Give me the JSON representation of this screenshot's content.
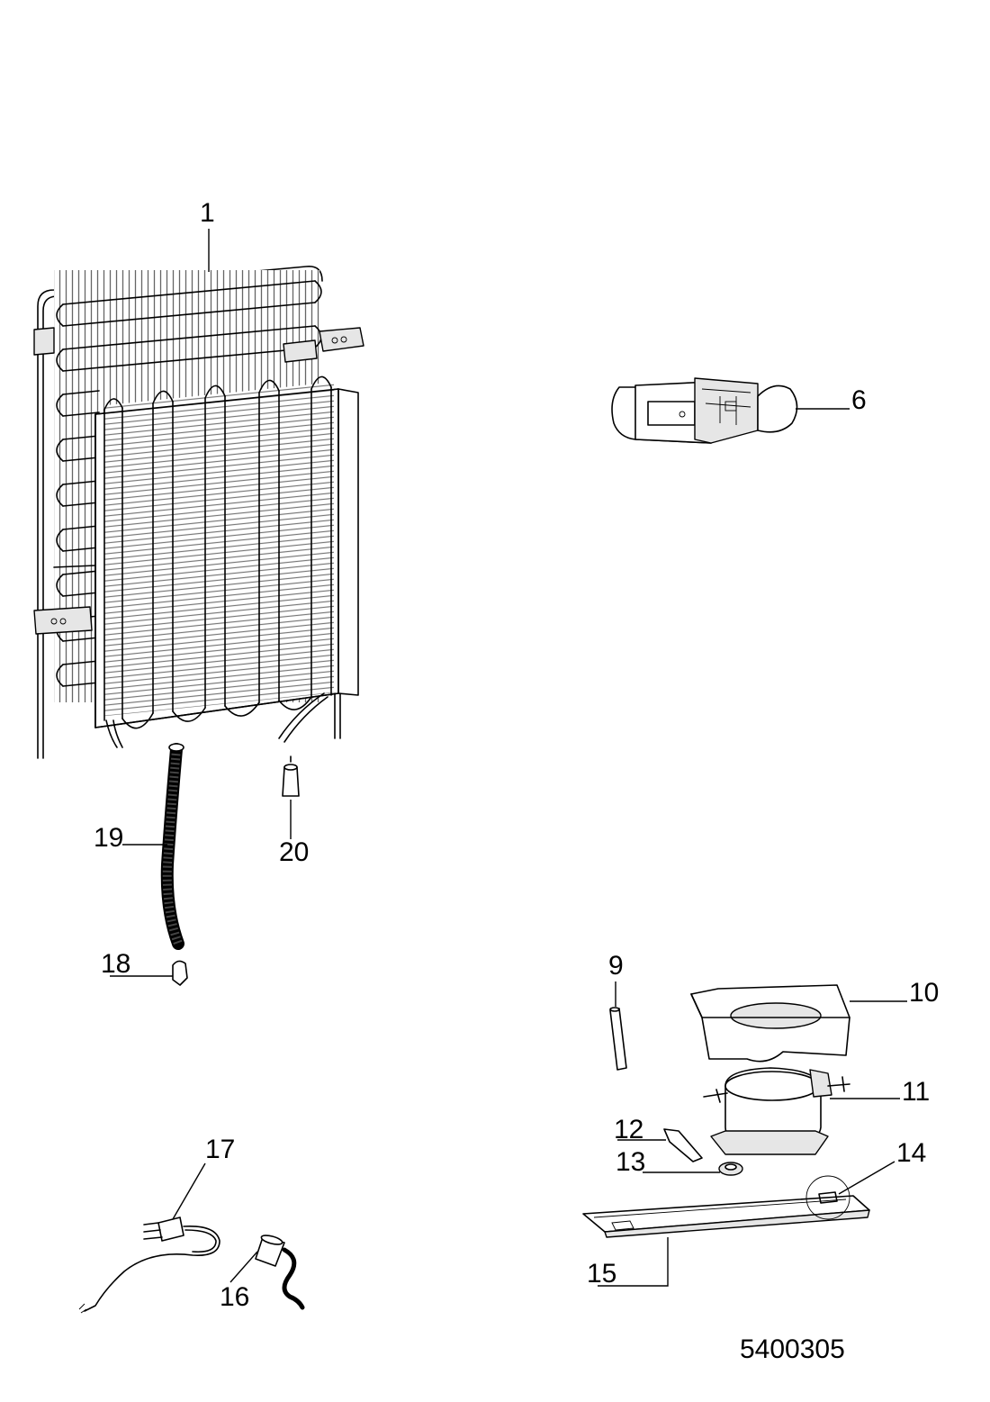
{
  "diagram": {
    "document_number": "5400305",
    "labels": {
      "p1": "1",
      "p6": "6",
      "p9": "9",
      "p10": "10",
      "p11": "11",
      "p12": "12",
      "p13": "13",
      "p14": "14",
      "p15": "15",
      "p16": "16",
      "p17": "17",
      "p18": "18",
      "p19": "19",
      "p20": "20"
    }
  }
}
